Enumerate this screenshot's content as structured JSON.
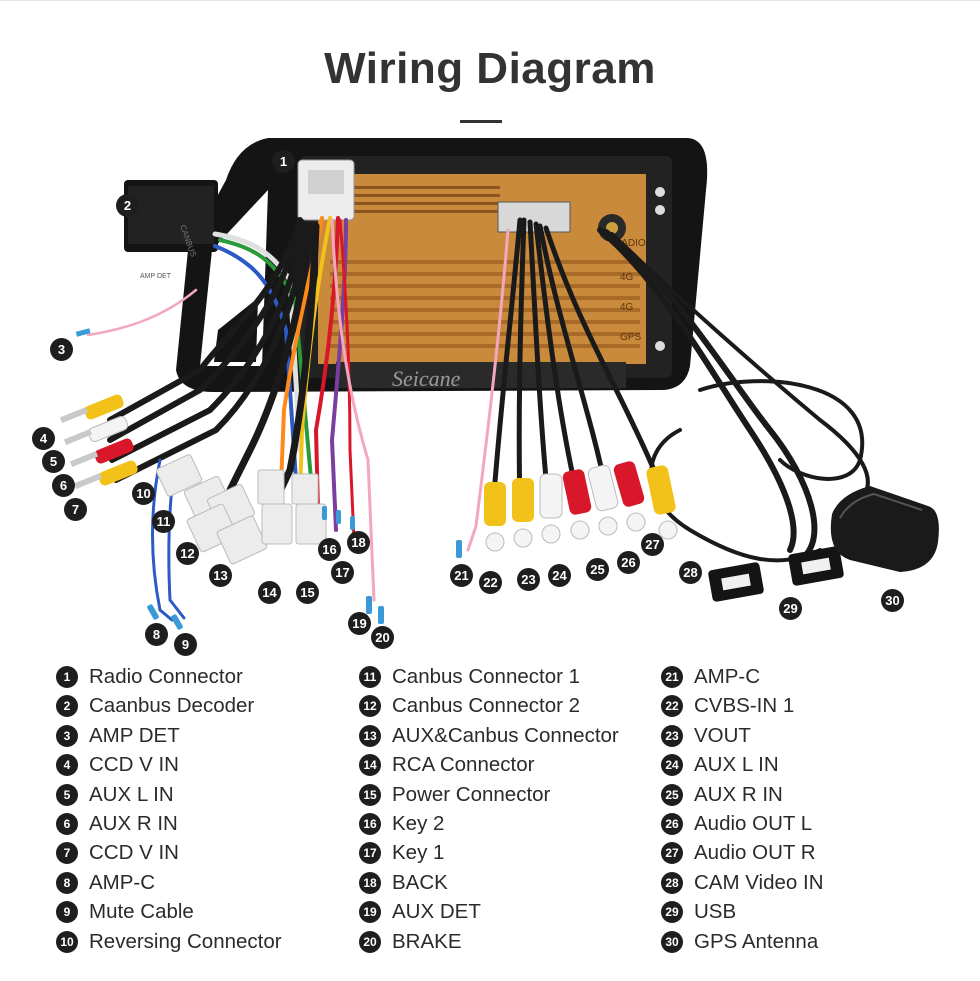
{
  "title": "Wiring Diagram",
  "brand_watermark": "Seicane",
  "panel_labels": [
    "RADIO",
    "4G",
    "4G",
    "GPS"
  ],
  "tags": {
    "amp_det": "AMP DET",
    "canbus": "CANBUS"
  },
  "legend": {
    "col1": [
      {
        "num": "1",
        "label": "Radio Connector"
      },
      {
        "num": "2",
        "label": "Caanbus Decoder"
      },
      {
        "num": "3",
        "label": "AMP DET"
      },
      {
        "num": "4",
        "label": "CCD V IN"
      },
      {
        "num": "5",
        "label": "AUX L IN"
      },
      {
        "num": "6",
        "label": "AUX R IN"
      },
      {
        "num": "7",
        "label": "CCD V IN"
      },
      {
        "num": "8",
        "label": "AMP-C"
      },
      {
        "num": "9",
        "label": "Mute Cable"
      },
      {
        "num": "10",
        "label": "Reversing Connector"
      }
    ],
    "col2": [
      {
        "num": "11",
        "label": "Canbus Connector 1"
      },
      {
        "num": "12",
        "label": "Canbus Connector 2"
      },
      {
        "num": "13",
        "label": "AUX&Canbus Connector"
      },
      {
        "num": "14",
        "label": "RCA Connector"
      },
      {
        "num": "15",
        "label": "Power Connector"
      },
      {
        "num": "16",
        "label": "Key 2"
      },
      {
        "num": "17",
        "label": "Key 1"
      },
      {
        "num": "18",
        "label": "BACK"
      },
      {
        "num": "19",
        "label": "AUX DET"
      },
      {
        "num": "20",
        "label": "BRAKE"
      }
    ],
    "col3": [
      {
        "num": "21",
        "label": "AMP-C"
      },
      {
        "num": "22",
        "label": "CVBS-IN 1"
      },
      {
        "num": "23",
        "label": "VOUT"
      },
      {
        "num": "24",
        "label": "AUX L IN"
      },
      {
        "num": "25",
        "label": "AUX R IN"
      },
      {
        "num": "26",
        "label": "Audio OUT L"
      },
      {
        "num": "27",
        "label": "Audio OUT R"
      },
      {
        "num": "28",
        "label": "CAM Video IN"
      },
      {
        "num": "29",
        "label": "USB"
      },
      {
        "num": "30",
        "label": "GPS Antenna"
      }
    ]
  },
  "colors": {
    "panel": "#c98a3c",
    "bezel": "#141414",
    "rca_yellow": "#f2c21a",
    "rca_red": "#d8182a",
    "rca_white": "#f4f4f4",
    "wire_black": "#1a1a1a",
    "badge": "#1e1e1e"
  }
}
